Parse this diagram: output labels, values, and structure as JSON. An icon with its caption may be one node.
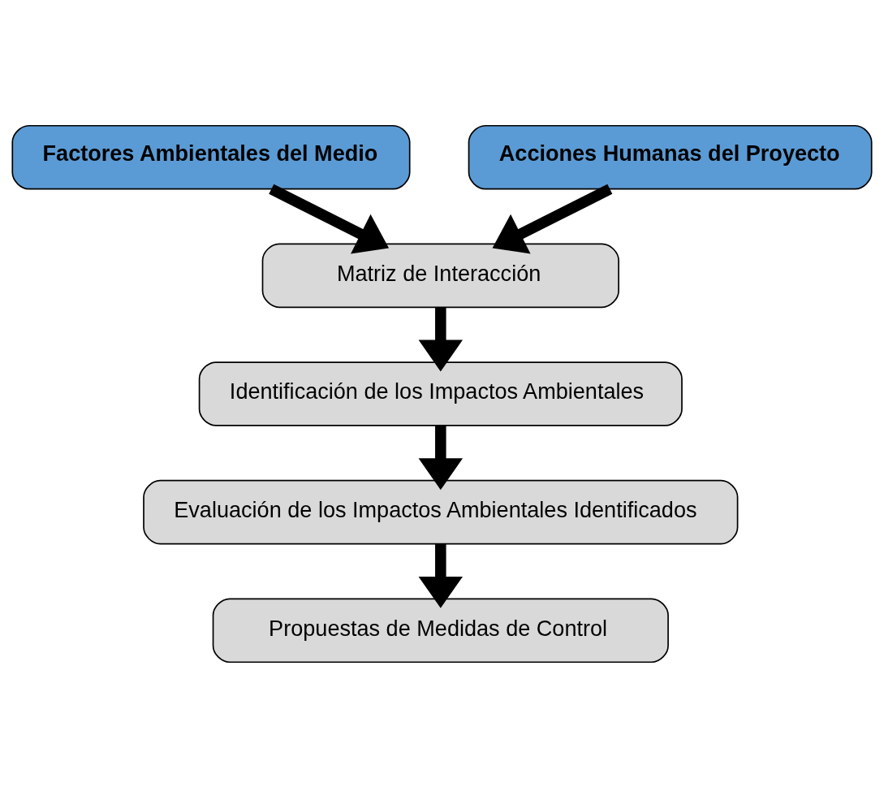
{
  "diagram": {
    "nodes": [
      {
        "text": [
          "Factores Ambientales del Medio"
        ]
      },
      {
        "text": [
          "Acciones Humanas del Proyecto"
        ]
      },
      {
        "text": [
          "Matriz de Interacción"
        ]
      },
      {
        "text": [
          "Identificación de los Impactos Ambientales"
        ]
      },
      {
        "text": [
          "Evaluación de los Impactos Ambientales Identificados"
        ]
      },
      {
        "text": [
          "Propuestas de Medidas de Control"
        ]
      }
    ],
    "edges": [
      {
        "from": 0,
        "to": 2,
        "arrow": "to"
      },
      {
        "from": 1,
        "to": 2,
        "arrow": "to"
      },
      {
        "from": 2,
        "to": 3,
        "arrow": "to"
      },
      {
        "from": 3,
        "to": 4,
        "arrow": "to"
      },
      {
        "from": 4,
        "to": 5,
        "arrow": "to"
      }
    ]
  }
}
